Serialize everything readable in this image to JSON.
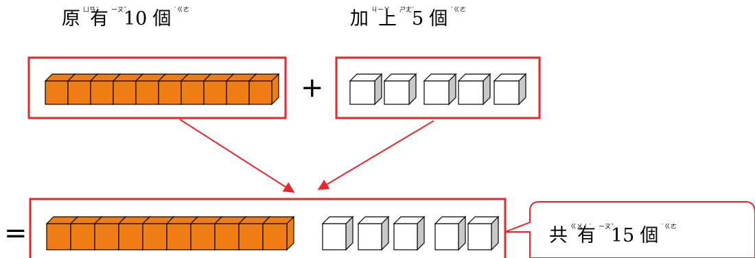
{
  "labels": {
    "original": {
      "chars": [
        "原",
        "有"
      ],
      "bopomofo": [
        "ㄩㄢˊ",
        "ㄧㄡˇ"
      ],
      "number": "10",
      "unit": "個",
      "unit_bopomofo": "˙ㄍㄜ"
    },
    "added": {
      "chars": [
        "加",
        "上"
      ],
      "bopomofo": [
        "ㄐㄧㄚ",
        "ㄕㄤˋ"
      ],
      "number": "5",
      "unit": "個",
      "unit_bopomofo": "˙ㄍㄜ"
    },
    "total": {
      "chars": [
        "共",
        "有"
      ],
      "bopomofo": [
        "ㄍㄨㄥˋ",
        "ㄧㄡˇ"
      ],
      "number": "15",
      "unit": "個",
      "unit_bopomofo": "˙ㄍㄜ"
    }
  },
  "symbols": {
    "plus": "+",
    "equals": "="
  },
  "quantities": {
    "original_cubes": 10,
    "added_cubes": 5,
    "total_cubes": 15
  },
  "colors": {
    "box_border": "#e8262b",
    "arrow": "#e8262b",
    "filled_cube": "#f07c16",
    "empty_cube": "#ffffff",
    "cube_side": "#c8c8c8",
    "callout_border": "#e8262b"
  }
}
